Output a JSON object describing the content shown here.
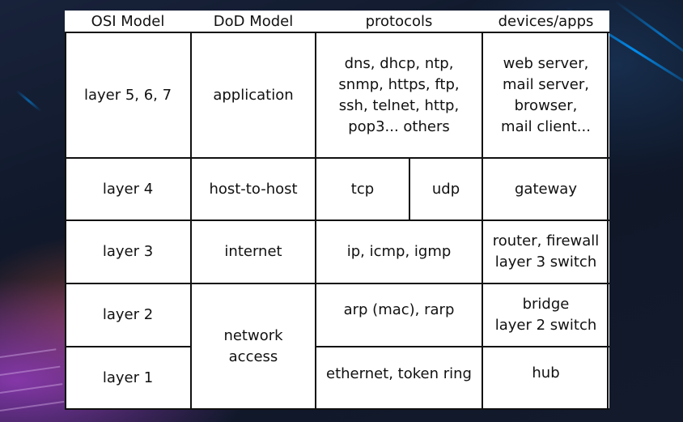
{
  "table": {
    "headers": [
      "OSI Model",
      "DoD Model",
      "protocols",
      "devices/apps"
    ],
    "rows": [
      {
        "osi": "layer 5, 6, 7",
        "dod": "application",
        "protocols": "dns, dhcp, ntp,\nsnmp, https, ftp,\nssh, telnet, http,\npop3... others",
        "devices": "web server,\nmail server,\nbrowser,\nmail client..."
      },
      {
        "osi": "layer 4",
        "dod": "host-to-host",
        "protocols_split": [
          "tcp",
          "udp"
        ],
        "devices": "gateway"
      },
      {
        "osi": "layer 3",
        "dod": "internet",
        "protocols": "ip, icmp, igmp",
        "devices": "router, firewall\nlayer 3 switch"
      },
      {
        "osi": "layer 2",
        "dod": "network\naccess",
        "protocols": "arp (mac), rarp",
        "devices": "bridge\nlayer 2 switch"
      },
      {
        "osi": "layer 1",
        "protocols": "ethernet, token ring",
        "devices": "hub"
      }
    ]
  },
  "colors": {
    "table_bg": "#ffffff",
    "grid_line": "#111111",
    "page_bg": "#0f1726"
  }
}
